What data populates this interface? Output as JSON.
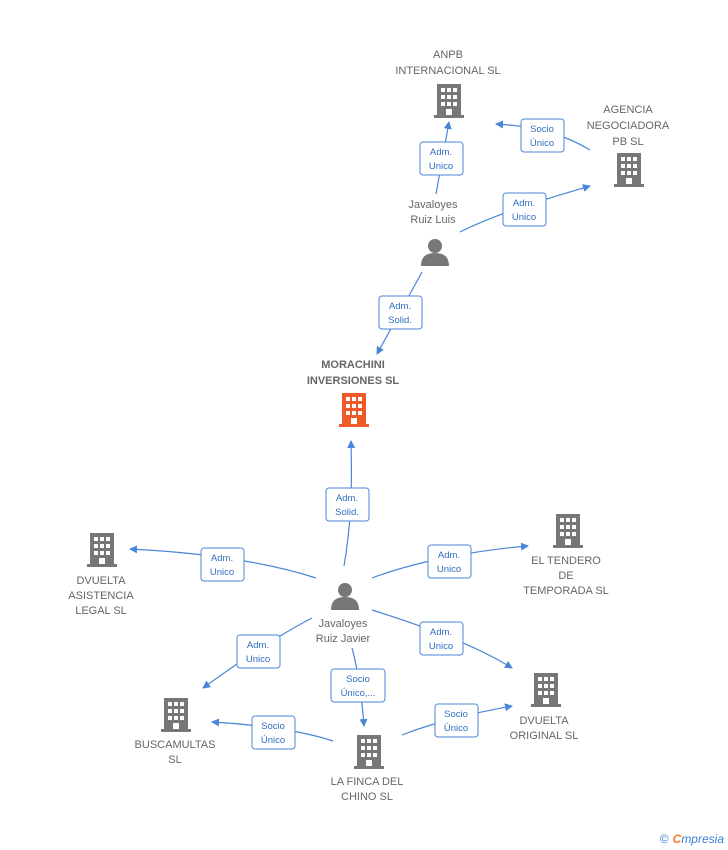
{
  "nodes": {
    "anpb": {
      "type": "company",
      "lines": [
        "ANPB",
        "INTERNACIONAL SL"
      ],
      "color": "#777777"
    },
    "agencia": {
      "type": "company",
      "lines": [
        "AGENCIA",
        "NEGOCIADORA",
        "PB SL"
      ],
      "color": "#777777"
    },
    "luis": {
      "type": "person",
      "lines": [
        "Javaloyes",
        "Ruiz Luis"
      ],
      "color": "#777777"
    },
    "morachini": {
      "type": "company",
      "lines": [
        "MORACHINI",
        "INVERSIONES SL"
      ],
      "color": "#f05a28",
      "main": true
    },
    "javier": {
      "type": "person",
      "lines": [
        "Javaloyes",
        "Ruiz Javier"
      ],
      "color": "#777777"
    },
    "dvuelta_asist": {
      "type": "company",
      "lines": [
        "DVUELTA",
        "ASISTENCIA",
        "LEGAL SL"
      ],
      "color": "#777777"
    },
    "tendero": {
      "type": "company",
      "lines": [
        "EL TENDERO",
        "DE",
        "TEMPORADA SL"
      ],
      "color": "#777777"
    },
    "buscamultas": {
      "type": "company",
      "lines": [
        "BUSCAMULTAS",
        "SL"
      ],
      "color": "#777777"
    },
    "finca": {
      "type": "company",
      "lines": [
        "LA FINCA DEL",
        "CHINO SL"
      ],
      "color": "#777777"
    },
    "dvuelta_orig": {
      "type": "company",
      "lines": [
        "DVUELTA",
        "ORIGINAL  SL"
      ],
      "color": "#777777"
    }
  },
  "edges": [
    {
      "id": "luis-anpb",
      "lines": [
        "Adm.",
        "Unico"
      ]
    },
    {
      "id": "agencia-anpb",
      "lines": [
        "Socio",
        "Único"
      ]
    },
    {
      "id": "luis-agencia",
      "lines": [
        "Adm.",
        "Unico"
      ]
    },
    {
      "id": "luis-morachini",
      "lines": [
        "Adm.",
        "Solid."
      ]
    },
    {
      "id": "javier-morachini",
      "lines": [
        "Adm.",
        "Solid."
      ]
    },
    {
      "id": "javier-dvuelta_asist",
      "lines": [
        "Adm.",
        "Unico"
      ]
    },
    {
      "id": "javier-tendero",
      "lines": [
        "Adm.",
        "Unico"
      ]
    },
    {
      "id": "javier-buscamultas",
      "lines": [
        "Adm.",
        "Unico"
      ]
    },
    {
      "id": "javier-dvuelta_orig",
      "lines": [
        "Adm.",
        "Unico"
      ]
    },
    {
      "id": "javier-finca",
      "lines": [
        "Socio",
        "Único,..."
      ]
    },
    {
      "id": "finca-buscamultas",
      "lines": [
        "Socio",
        "Único"
      ]
    },
    {
      "id": "finca-dvuelta_orig",
      "lines": [
        "Socio",
        "Único"
      ]
    }
  ],
  "footer": {
    "copyright": "©",
    "brand_initial": "C",
    "brand_rest": "mpresia"
  },
  "colors": {
    "accent": "#4a86d8",
    "main_node": "#f05a28",
    "node": "#777777"
  },
  "icons": {
    "company": "building-icon",
    "person": "person-icon"
  }
}
